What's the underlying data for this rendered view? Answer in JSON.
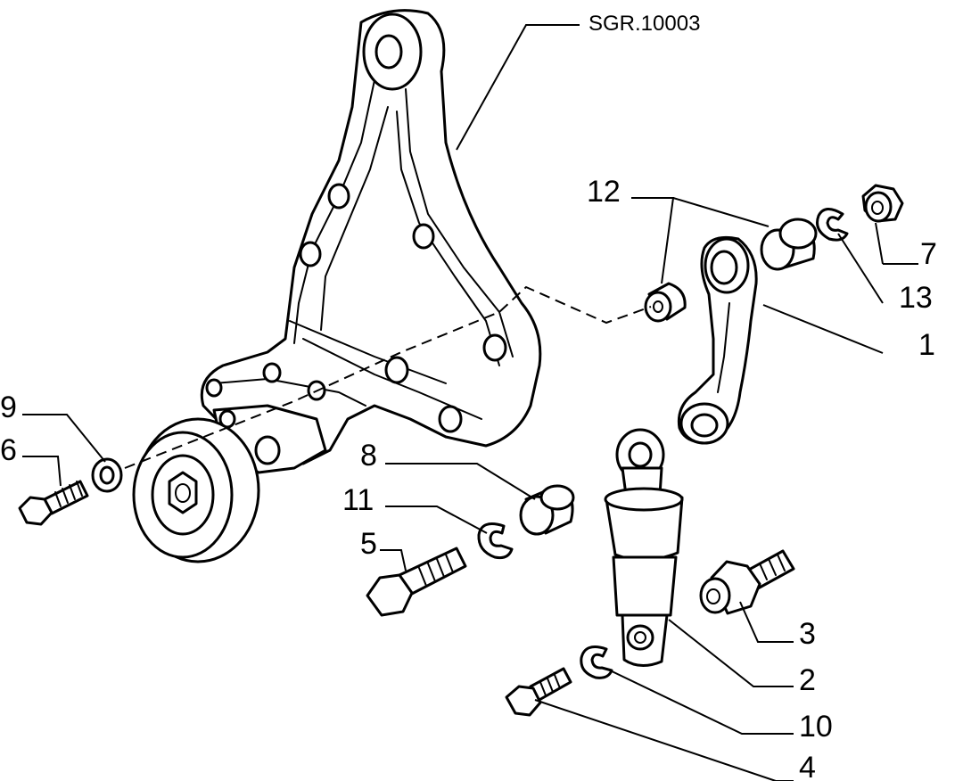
{
  "reference": "SGR.10003",
  "callouts": {
    "c1": "1",
    "c2": "2",
    "c3": "3",
    "c4": "4",
    "c5": "5",
    "c6": "6",
    "c7": "7",
    "c8": "8",
    "c9": "9",
    "c10": "10",
    "c11": "11",
    "c12": "12",
    "c13": "13"
  }
}
